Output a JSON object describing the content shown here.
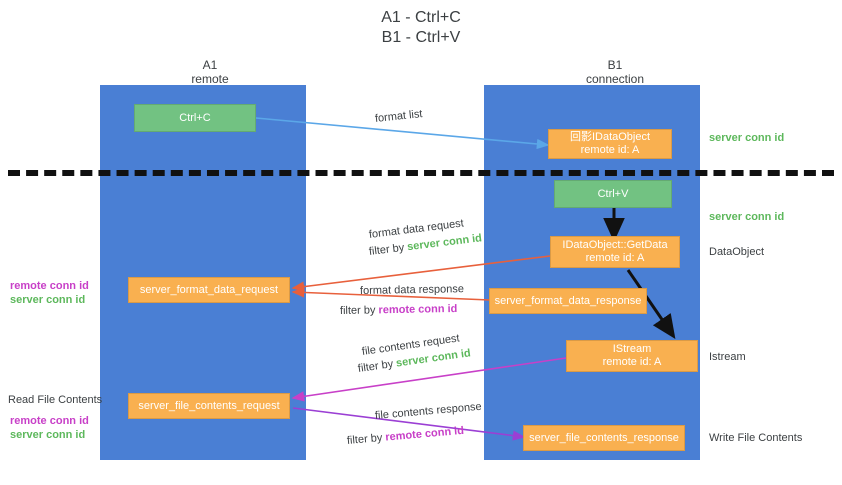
{
  "title": {
    "line1": "A1 - Ctrl+C",
    "line2": "B1 - Ctrl+V"
  },
  "columns": [
    {
      "name": "A1",
      "sub": "remote"
    },
    {
      "name": "B1",
      "sub": "connection"
    }
  ],
  "colors": {
    "lane": "#4a7fd4",
    "node_orange": "#f9b050",
    "node_green": "#72c282",
    "server_conn_id": "#5db85c",
    "remote_conn_id": "#c840c8",
    "arrow_blue": "#5ba7e8",
    "arrow_red": "#e8603c",
    "arrow_magenta": "#c840c8",
    "arrow_purple": "#9b3fd4",
    "arrow_black": "#111111",
    "text": "#3c4043"
  },
  "nodes": {
    "ctrl_c": {
      "label": "Ctrl+C"
    },
    "idataobject": {
      "label": "回影IDataObject",
      "sub": "remote id: A"
    },
    "ctrl_v": {
      "label": "Ctrl+V"
    },
    "getdata": {
      "label": "IDataObject::GetData",
      "sub": "remote id: A"
    },
    "istream": {
      "label": "IStream",
      "sub": "remote id: A"
    },
    "server_format_data_request": {
      "label": "server_format_data_request"
    },
    "server_format_data_response": {
      "label": "server_format_data_response"
    },
    "server_file_contents_request": {
      "label": "server_file_contents_request"
    },
    "server_file_contents_response": {
      "label": "server_file_contents_response"
    }
  },
  "edge_labels": {
    "format_list": "format list",
    "format_data_request": "format data request",
    "format_data_request_filter_prefix": "filter by ",
    "format_data_request_filter_key": "server conn id",
    "format_data_response": "format data response",
    "format_data_response_filter_prefix": "filter by ",
    "format_data_response_filter_key": "remote conn id",
    "file_contents_request": "file contents request",
    "file_contents_request_filter_prefix": "filter by ",
    "file_contents_request_filter_key": "server conn id",
    "file_contents_response": "file contents response",
    "file_contents_response_filter_prefix": "filter by ",
    "file_contents_response_filter_key": "remote conn id"
  },
  "right_labels": {
    "server_conn_id_top": "server conn id",
    "server_conn_id_mid": "server conn id",
    "dataobject": "DataObject",
    "istream": "Istream",
    "write_file_contents": "Write File Contents"
  },
  "left_labels": {
    "remote_conn_id_1": "remote conn id",
    "server_conn_id_1": "server conn id",
    "read_file_contents": "Read File Contents",
    "remote_conn_id_2": "remote conn id",
    "server_conn_id_2": "server conn id"
  }
}
